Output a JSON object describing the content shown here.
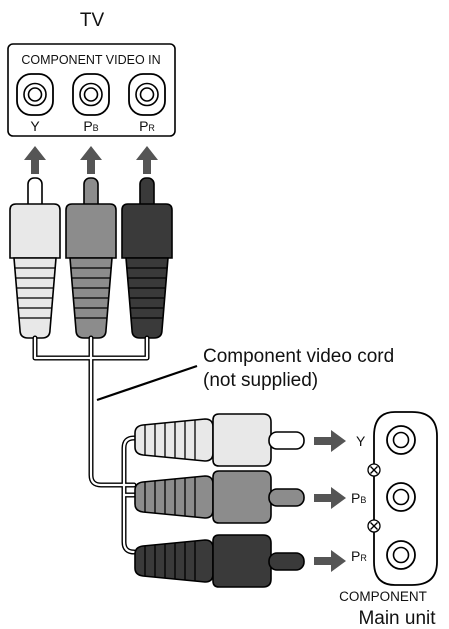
{
  "tv": {
    "title": "TV",
    "panel_label": "COMPONENT VIDEO IN",
    "jacks": [
      {
        "main": "Y",
        "sub": ""
      },
      {
        "main": "P",
        "sub": "B"
      },
      {
        "main": "P",
        "sub": "R"
      }
    ]
  },
  "cord": {
    "line1": "Component video cord",
    "line2": "(not supplied)"
  },
  "main_unit": {
    "panel_label": "COMPONENT",
    "title": "Main unit",
    "jacks": [
      {
        "main": "Y",
        "sub": ""
      },
      {
        "main": "P",
        "sub": "B"
      },
      {
        "main": "P",
        "sub": "R"
      }
    ]
  },
  "colors": {
    "plug_white": "#e8e8e8",
    "plug_gray": "#8c8c8c",
    "plug_dark": "#3a3a3a",
    "arrow": "#555555",
    "outline": "#000000"
  }
}
